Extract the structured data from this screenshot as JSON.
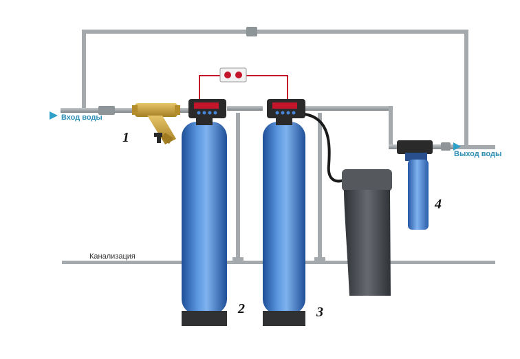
{
  "labels": {
    "water_in": "Вход воды",
    "water_out": "Выход воды",
    "sewer": "Канализация"
  },
  "numbers": {
    "strainer": "1",
    "tank_a": "2",
    "tank_b": "3",
    "cartridge": "4"
  },
  "colors": {
    "pipe": "#8c9396",
    "pipe_light": "#b7bdc0",
    "tank_blue": "#3f7fd0",
    "tank_dark": "#1e4e96",
    "tank_light": "#7fb2ee",
    "base": "#3a3a3a",
    "control_head": "#2a2a2a",
    "display": "#c4162a",
    "brass": "#c9a23c",
    "brine_tank": "#4a4d52",
    "arrow": "#2fa0c8",
    "signal_wire": "#c4162a"
  }
}
